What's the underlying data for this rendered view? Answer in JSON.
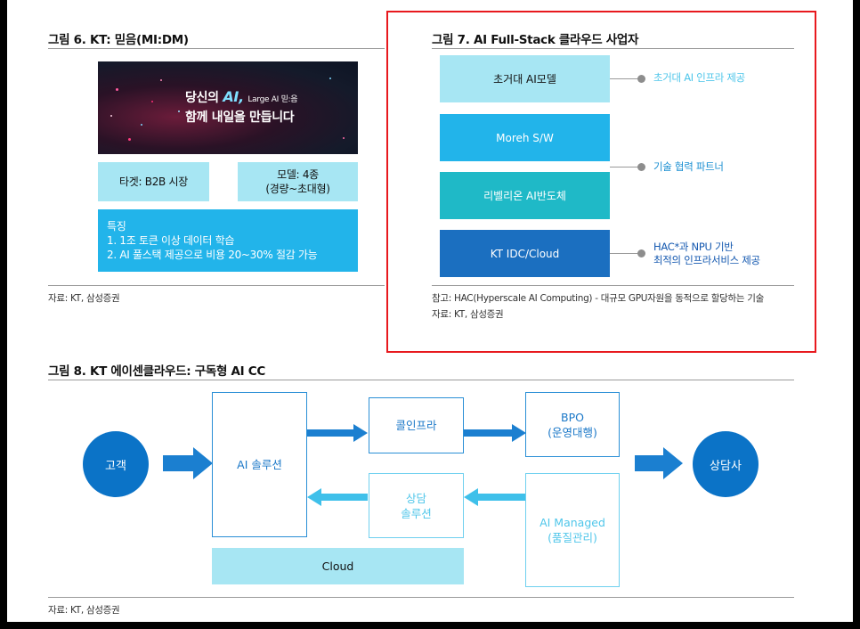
{
  "fig6": {
    "title": "그림 6. KT: 믿음(MI:DM)",
    "banner_line1a": "당신의",
    "banner_ai": "AI,",
    "banner_small": "Large AI 믿:음",
    "banner_line2": "함께 내일을 만듭니다",
    "target": "타겟: B2B 시장",
    "model_line1": "모델: 4종",
    "model_line2": "(경량~초대형)",
    "features_title": "특징",
    "feature1": "1. 1조 토큰 이상 데이터 학습",
    "feature2": "2. AI 풀스택 제공으로 비용 20~30% 절감 가능",
    "source": "자료: KT, 삼성증권"
  },
  "fig7": {
    "title": "그림 7. AI Full-Stack 클라우드 사업자",
    "layers": [
      "초거대 AI모델",
      "Moreh S/W",
      "리벨리온 AI반도체",
      "KT IDC/Cloud"
    ],
    "note1": "초거대 AI 인프라 제공",
    "note2": "기술 협력 파트너",
    "note3_line1": "HAC*과 NPU 기반",
    "note3_line2": "최적의 인프라서비스 제공",
    "footnote": "참고: HAC(Hyperscale AI Computing) - 대규모 GPU자원을 동적으로 할당하는 기술",
    "source": "자료: KT, 삼성증권"
  },
  "fig8": {
    "title": "그림 8. KT 에이센클라우드: 구독형 AI CC",
    "customer": "고객",
    "ai_solution": "AI 솔루션",
    "call_infra": "콜인프라",
    "bpo_line1": "BPO",
    "bpo_line2": "(운영대행)",
    "counsel_line1": "상담",
    "counsel_line2": "솔루션",
    "managed_line1": "AI Managed",
    "managed_line2": "(품질관리)",
    "cloud": "Cloud",
    "agent": "상담사",
    "source": "자료: KT, 삼성증권"
  },
  "colors": {
    "light_cyan": "#a7e6f3",
    "cyan": "#22b4ea",
    "teal": "#1fb9c7",
    "blue": "#1b6fc0",
    "dark_blue": "#0b73c7",
    "red_frame": "#e8191e"
  }
}
